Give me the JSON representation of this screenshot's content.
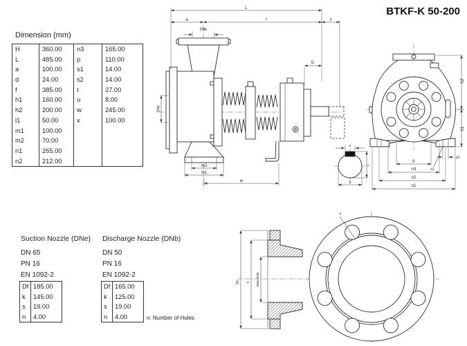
{
  "title": "BTKF-K 50-200",
  "dimension_table": {
    "header": "Dimension (mm)",
    "rows": [
      {
        "k1": "H",
        "v1": "360.00",
        "k2": "n3",
        "v2": "165.00"
      },
      {
        "k1": "L",
        "v1": "485.00",
        "k2": "p",
        "v2": "110.00"
      },
      {
        "k1": "a",
        "v1": "100.00",
        "k2": "s1",
        "v2": "14.00"
      },
      {
        "k1": "d",
        "v1": "24.00",
        "k2": "s2",
        "v2": "14.00"
      },
      {
        "k1": "f",
        "v1": "385.00",
        "k2": "t",
        "v2": "27.00"
      },
      {
        "k1": "h1",
        "v1": "160.00",
        "k2": "u",
        "v2": "8.00"
      },
      {
        "k1": "h2",
        "v1": "200.00",
        "k2": "w",
        "v2": "245.00"
      },
      {
        "k1": "l1",
        "v1": "50.00",
        "k2": "x",
        "v2": "100.00"
      },
      {
        "k1": "m1",
        "v1": "100.00",
        "k2": "",
        "v2": ""
      },
      {
        "k1": "m2",
        "v1": "70.00",
        "k2": "",
        "v2": ""
      },
      {
        "k1": "n1",
        "v1": "265.00",
        "k2": "",
        "v2": ""
      },
      {
        "k1": "n2",
        "v1": "212.00",
        "k2": "",
        "v2": ""
      }
    ]
  },
  "suction_nozzle": {
    "title": "Suction Nozzle (DNe)",
    "specs": [
      "DN 65",
      "PN 16",
      "EN 1092-2"
    ],
    "rows": [
      {
        "k": "Df",
        "v": "185.00"
      },
      {
        "k": "k",
        "v": "145.00"
      },
      {
        "k": "s",
        "v": "19.00"
      },
      {
        "k": "n",
        "v": "4.00"
      }
    ]
  },
  "discharge_nozzle": {
    "title": "Discharge Nozzle (DNb)",
    "specs": [
      "DN 50",
      "PN 16",
      "EN 1092-2"
    ],
    "rows": [
      {
        "k": "Df",
        "v": "165.00"
      },
      {
        "k": "k",
        "v": "125.00"
      },
      {
        "k": "s",
        "v": "19.00"
      },
      {
        "k": "n",
        "v": "4.00"
      }
    ]
  },
  "footnote": "n: Number of Holes",
  "drawings": {
    "side_view": {
      "dims": {
        "L": "L",
        "a": "a",
        "f": "f",
        "x": "x",
        "DNb": "DNb",
        "DNe": "DNe",
        "l1": "l1",
        "m1": "m1",
        "m2": "m2",
        "w": "w"
      }
    },
    "end_view": {
      "dims": {
        "h1": "h1",
        "h2": "h2",
        "p": "p",
        "n1": "n1",
        "n2": "n2",
        "n3": "n3",
        "s1": "s1",
        "s2": "s2"
      }
    },
    "shaft_section": {
      "dims": {
        "u": "u",
        "t": "t",
        "d": "d"
      }
    },
    "flange": {
      "dims": {
        "Df": "Df",
        "k": "k",
        "bore": "DNe-DNb",
        "s": "s"
      }
    }
  }
}
